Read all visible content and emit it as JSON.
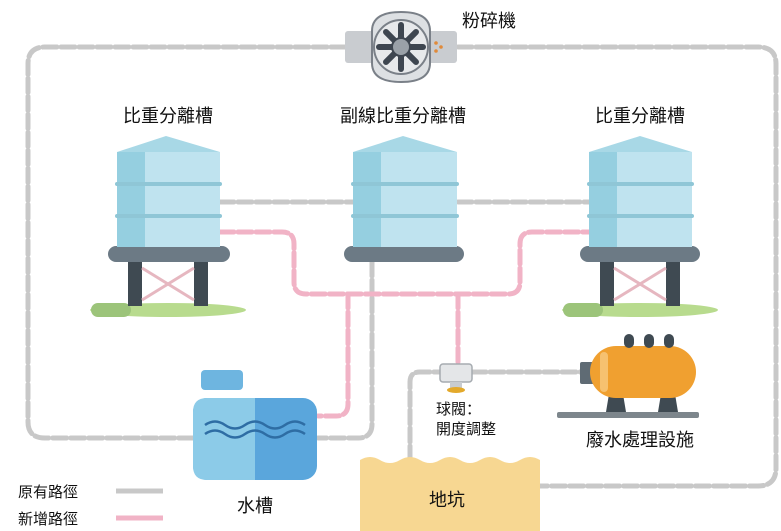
{
  "labels": {
    "grinder": "粉碎機",
    "tank_left": "比重分離槽",
    "tank_center": "副線比重分離槽",
    "tank_right": "比重分離槽",
    "valve_line1": "球閥：",
    "valve_line2": "開度調整",
    "treatment": "廢水處理設施",
    "water_tank": "水槽",
    "pit": "地坑"
  },
  "legend": {
    "existing": "原有路徑",
    "new": "新增路徑"
  },
  "colors": {
    "existing_path": "#c8c8c8",
    "new_path": "#f1b3c6",
    "tank_body": "#bfe3ef",
    "tank_stand": "#6c7a85",
    "water_tank": "#5aa6dc",
    "pit": "#f7d792",
    "treatment": "#f0a030"
  }
}
